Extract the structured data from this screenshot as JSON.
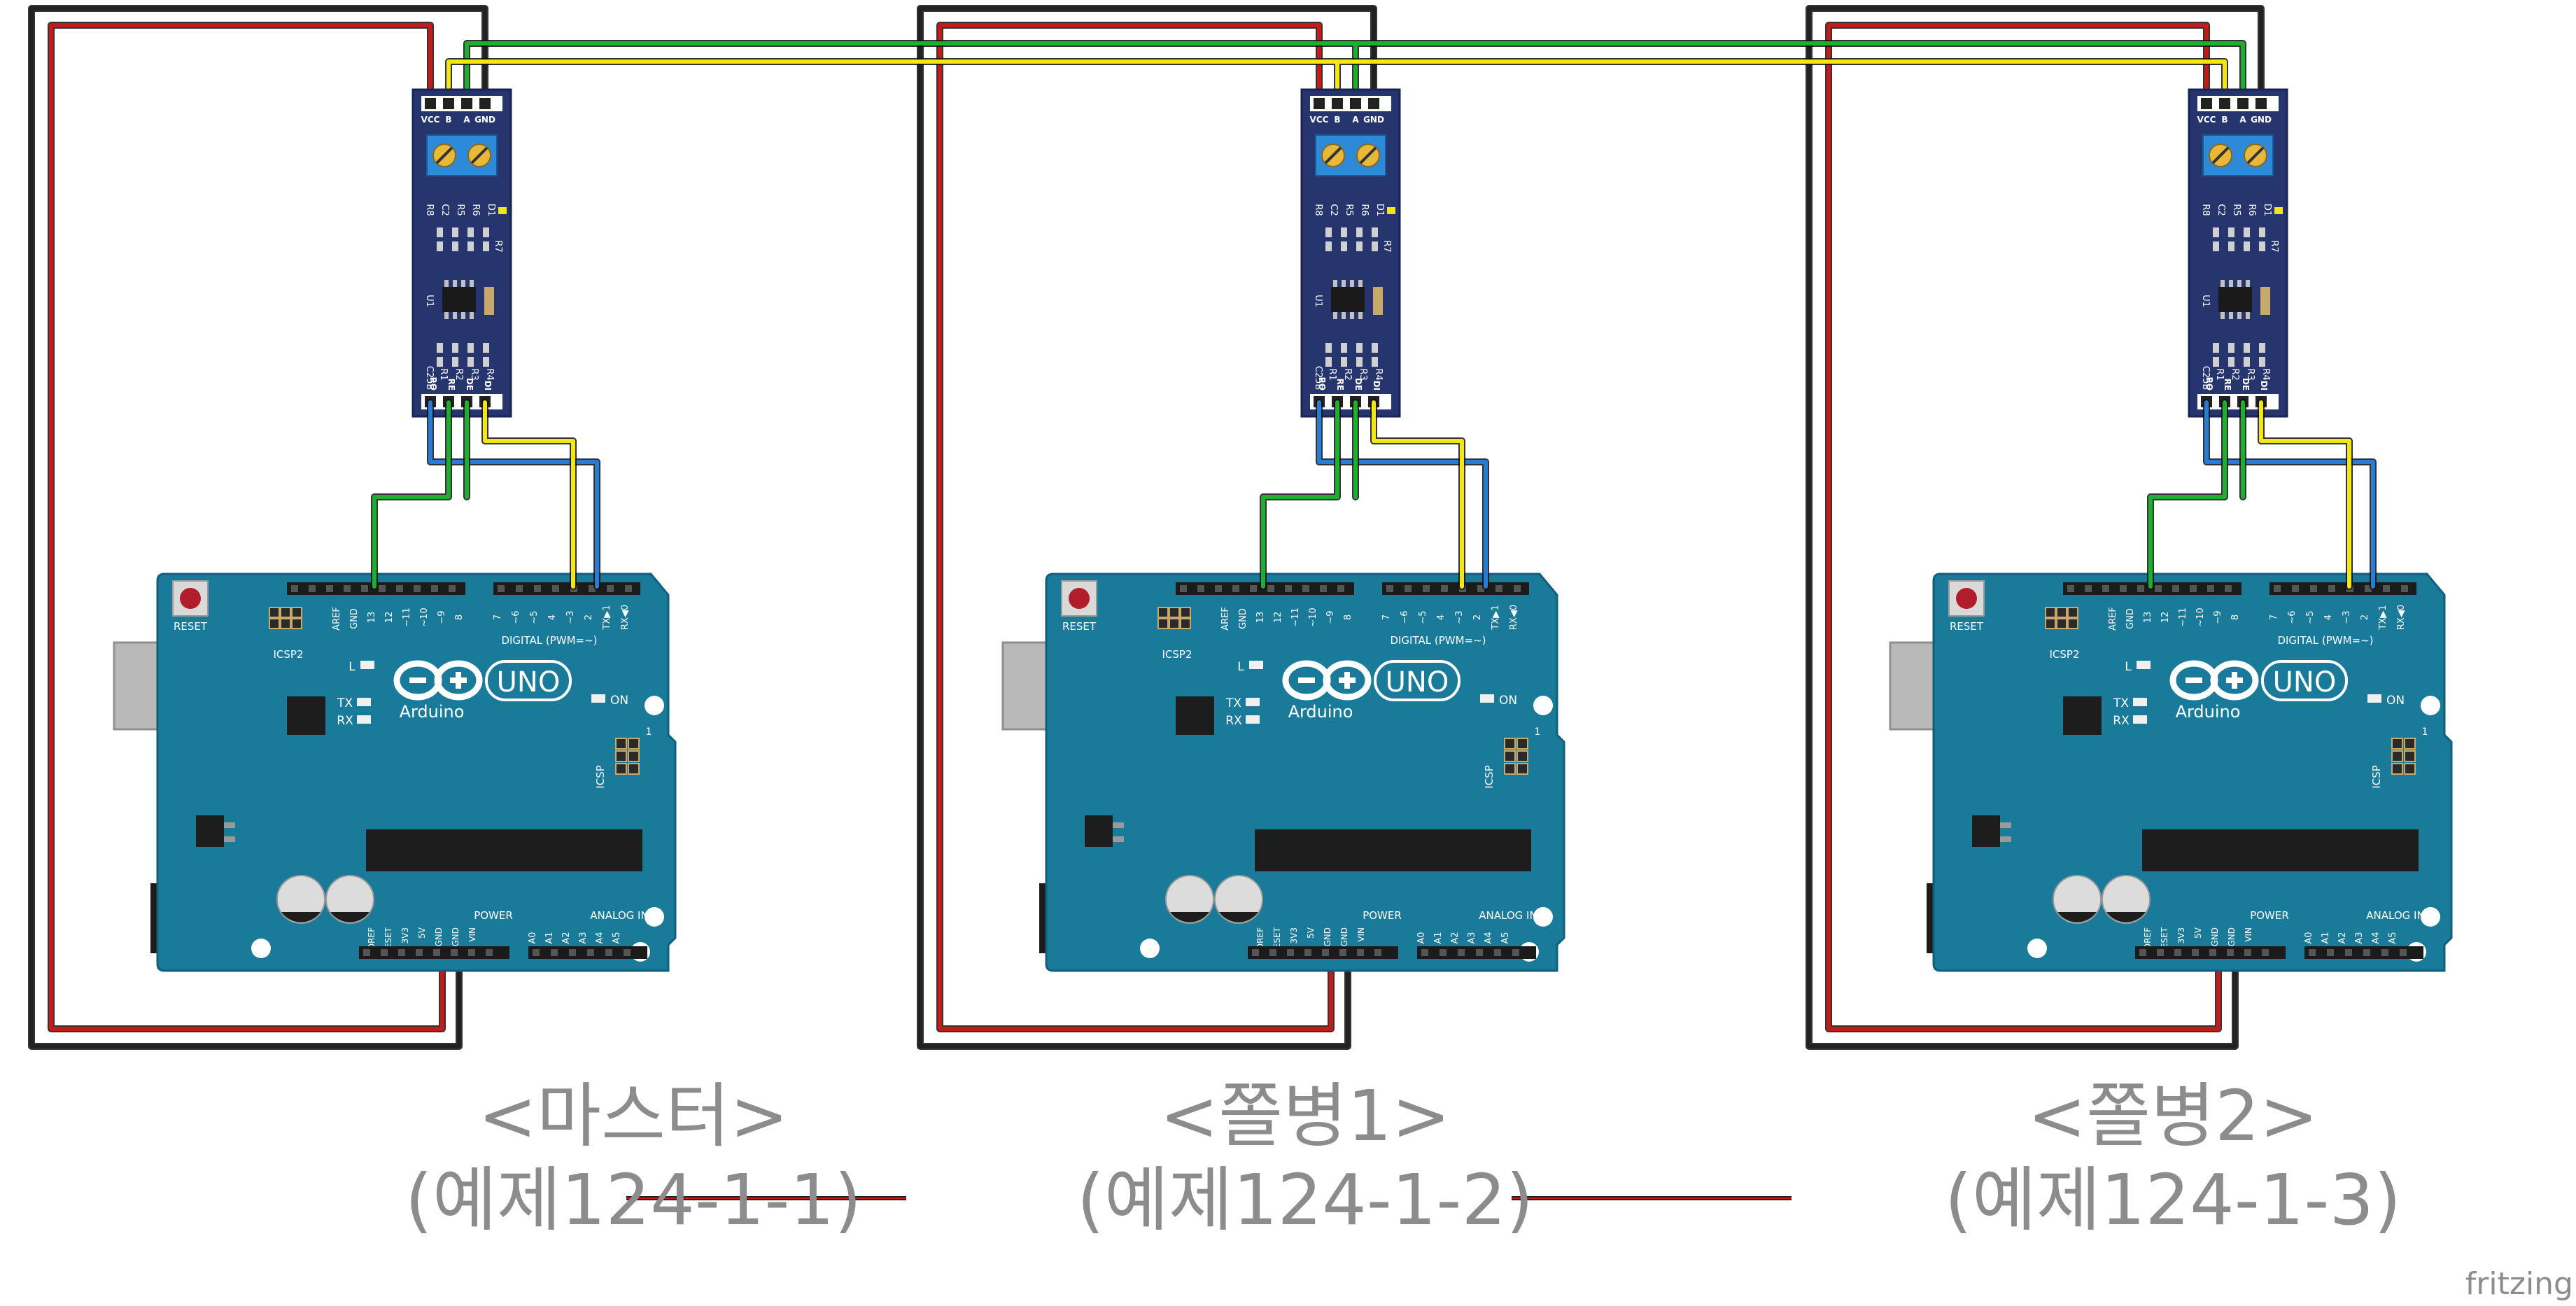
{
  "watermark": "fritzing",
  "colors": {
    "board": "#1a7a9a",
    "board_edge": "#0f5f7d",
    "module": "#27356e",
    "red": "#c41a1a",
    "black": "#222222",
    "green": "#1fae32",
    "yellow": "#f2e51a",
    "blue": "#2a7bd4",
    "caption": "#8c8c8c"
  },
  "rs485_module": {
    "top_pins": [
      "VCC",
      "B",
      "A",
      "GND"
    ],
    "bottom_pins": [
      "RO",
      "RE",
      "DE",
      "DI"
    ],
    "labels": [
      "R8",
      "C2",
      "R5",
      "R6",
      "D1",
      "R7",
      "U1",
      "C1",
      "C25B",
      "R1",
      "R2",
      "R3",
      "R4"
    ]
  },
  "arduino": {
    "reset": "RESET",
    "icsp2": "ICSP2",
    "aref": "AREF",
    "gnd": "GND",
    "digital_pins": [
      "13",
      "12",
      "~11",
      "~10",
      "~9",
      "8",
      "7",
      "~6",
      "~5",
      "4",
      "~3",
      "2",
      "TX▶1",
      "RX◀0"
    ],
    "digital": "DIGITAL (PWM=~)",
    "l": "L",
    "tx": "TX",
    "rx": "RX",
    "on": "ON",
    "uno": "UNO",
    "brand": "Arduino",
    "icsp": "ICSP",
    "one": "1",
    "power": "POWER",
    "power_pins": [
      "IOREF",
      "RESET",
      "3V3",
      "5V",
      "GND",
      "GND",
      "VIN"
    ],
    "analog": "ANALOG IN",
    "analog_pins": [
      "A0",
      "A1",
      "A2",
      "A3",
      "A4",
      "A5"
    ]
  },
  "nodes": [
    {
      "title": "<마스터>",
      "subtitle": "(예제124-1-1)"
    },
    {
      "title": "<쫄병1>",
      "subtitle": "(예제124-1-2)"
    },
    {
      "title": "<쫄병2>",
      "subtitle": "(예제124-1-3)"
    }
  ]
}
